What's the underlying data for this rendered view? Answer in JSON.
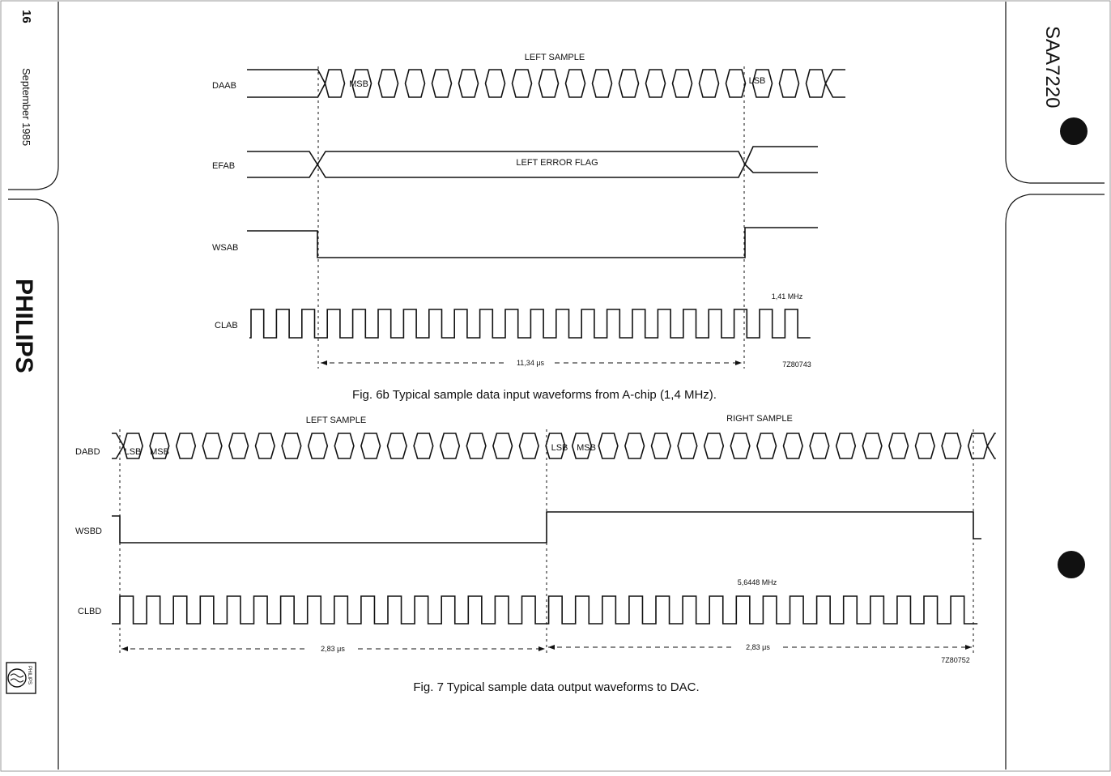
{
  "margin": {
    "page_number": "16",
    "date": "September 1985",
    "brand": "PHILIPS",
    "logo_text": "PHILIPS",
    "part_number": "SAA7220"
  },
  "fig6b": {
    "caption": "Fig. 6b  Typical sample data input waveforms from A-chip (1,4 MHz).",
    "signals": {
      "daab": "DAAB",
      "efab": "EFAB",
      "wsab": "WSAB",
      "clab": "CLAB"
    },
    "left_sample": "LEFT SAMPLE",
    "left_error_flag": "LEFT ERROR FLAG",
    "msb": "MSB",
    "lsb": "LSB",
    "frequency": "1,41 MHz",
    "duration": "11,34 μs",
    "ref": "7Z80743"
  },
  "fig7": {
    "caption": "Fig. 7  Typical sample data output waveforms to DAC.",
    "signals": {
      "dabd": "DABD",
      "wsbd": "WSBD",
      "clbd": "CLBD"
    },
    "left_sample": "LEFT SAMPLE",
    "right_sample": "RIGHT SAMPLE",
    "lsb": "LSB",
    "msb": "MSB",
    "frequency": "5,6448 MHz",
    "duration_left": "2,83 μs",
    "duration_right": "2,83 μs",
    "ref": "7Z80752"
  }
}
